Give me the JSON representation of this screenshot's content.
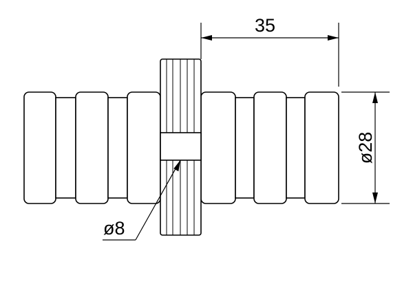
{
  "drawing": {
    "length_dimension": "35",
    "outer_diameter": "ø28",
    "hole_diameter": "ø8"
  }
}
